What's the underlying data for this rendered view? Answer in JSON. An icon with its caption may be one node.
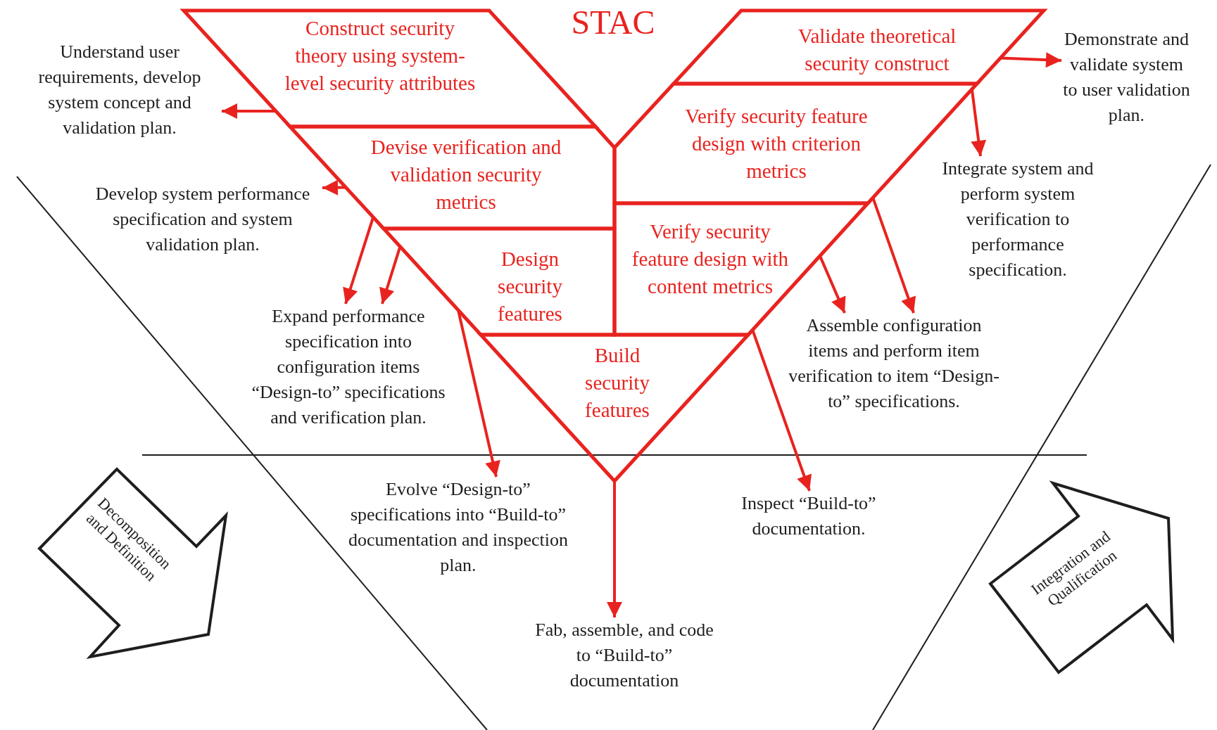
{
  "diagram": {
    "title": "STAC",
    "nodes": [
      {
        "text": [
          "Construct security theory using system-level security attributes"
        ]
      },
      {
        "text": [
          "Validate theoretical security construct"
        ]
      },
      {
        "text": [
          "Understand user requirements, develop system concept and validation plan."
        ]
      },
      {
        "text": [
          "Demonstrate and validate system to user validation plan."
        ]
      },
      {
        "text": [
          "Devise verification and validation security metrics"
        ]
      },
      {
        "text": [
          "Verify security feature design with criterion metrics"
        ]
      },
      {
        "text": [
          "Develop system performance specification and system validation plan."
        ]
      },
      {
        "text": [
          "Integrate system and perform system verification to performance specification."
        ]
      },
      {
        "text": [
          "Design security features"
        ]
      },
      {
        "text": [
          "Verify security feature design with content metrics"
        ]
      },
      {
        "text": [
          "Expand performance specification into configuration items “Design-to” specifications and verification plan."
        ]
      },
      {
        "text": [
          "Assemble configuration items and perform item verification to item “Design-to” specifications."
        ]
      },
      {
        "text": [
          "Build security features"
        ]
      },
      {
        "text": [
          "Evolve “Design-to” specifications into “Build-to” documentation and inspection plan."
        ]
      },
      {
        "text": [
          "Inspect “Build-to” documentation."
        ]
      },
      {
        "text": [
          "Fab, assemble, and code to “Build-to” documentation"
        ]
      },
      {
        "text": [
          "Decomposition and Definition"
        ]
      },
      {
        "text": [
          "Integration and Qualification"
        ]
      }
    ],
    "edges": [
      {
        "from": 0,
        "to": 2,
        "arrow": "to"
      },
      {
        "from": 4,
        "to": 6,
        "arrow": "to"
      },
      {
        "from": 4,
        "to": 10,
        "arrow": "to"
      },
      {
        "from": 8,
        "to": 10,
        "arrow": "to"
      },
      {
        "from": 8,
        "to": 13,
        "arrow": "to"
      },
      {
        "from": 12,
        "to": 15,
        "arrow": "to"
      },
      {
        "from": 9,
        "to": 14,
        "arrow": "to"
      },
      {
        "from": 9,
        "to": 11,
        "arrow": "to"
      },
      {
        "from": 5,
        "to": 11,
        "arrow": "to"
      },
      {
        "from": 5,
        "to": 7,
        "arrow": "to"
      },
      {
        "from": 1,
        "to": 3,
        "arrow": "to"
      }
    ]
  }
}
